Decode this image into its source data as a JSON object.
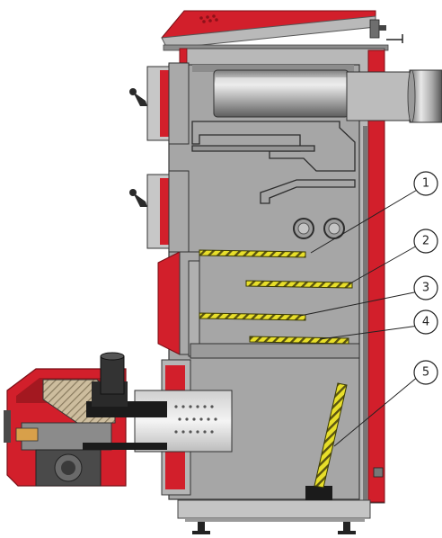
{
  "callouts": [
    {
      "label": "1"
    },
    {
      "label": "2"
    },
    {
      "label": "3"
    },
    {
      "label": "4"
    },
    {
      "label": "5"
    }
  ],
  "colors": {
    "body_gray": "#a9a9a9",
    "panel_gray": "#c2c2c2",
    "dark_gray": "#6e6e6e",
    "red": "#d21f2b",
    "dark_red": "#8e1119",
    "yellow": "#e8df2a",
    "burner_beige": "#c9b99a",
    "black": "#1b1b1b"
  }
}
